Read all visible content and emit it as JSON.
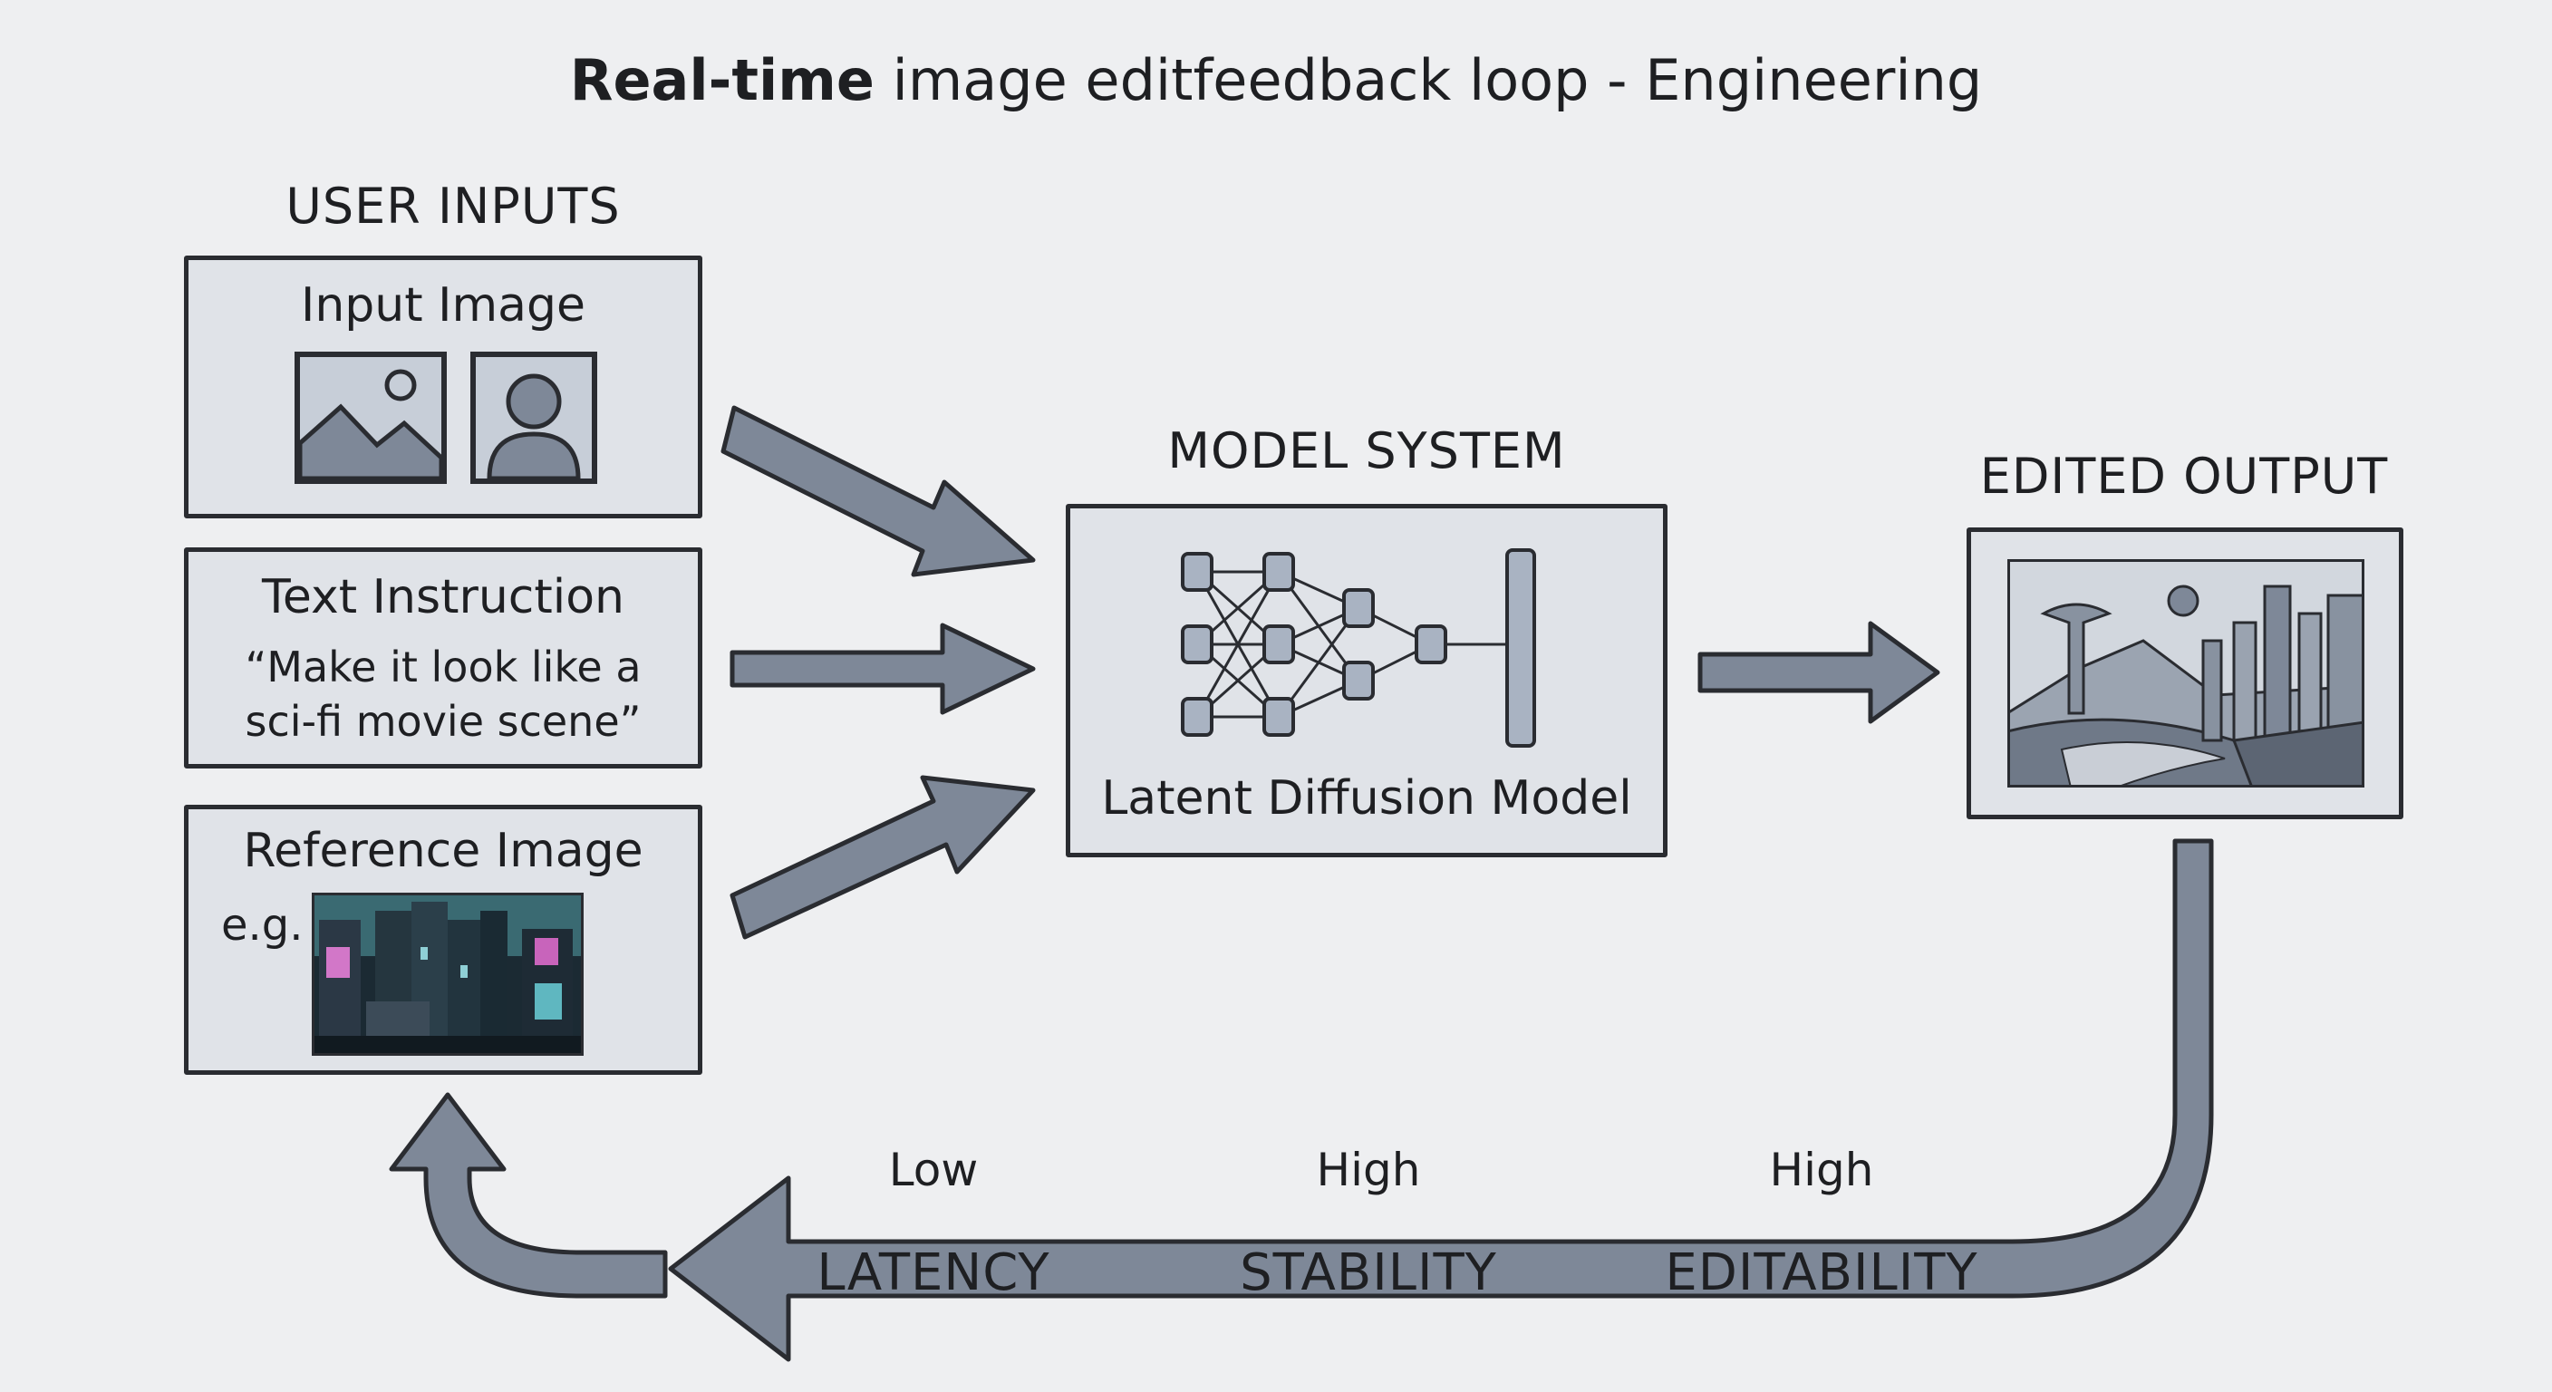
{
  "title": {
    "bold": "Real-time",
    "rest": " image editfeedback loop - Engineering"
  },
  "user_inputs": {
    "heading": "USER INPUTS",
    "input_image": {
      "label": "Input Image",
      "icons": [
        "landscape-photo-icon",
        "person-portrait-icon"
      ]
    },
    "text_instruction": {
      "label": "Text Instruction",
      "quote_line1": "“Make it look like a",
      "quote_line2": "sci-fi movie scene”"
    },
    "reference_image": {
      "label": "Reference Image",
      "eg": "e.g.",
      "thumbnail": "cyberpunk-city-thumbnail"
    }
  },
  "model_system": {
    "heading": "MODEL SYSTEM",
    "label": "Latent Diffusion Model",
    "icon": "neural-network-icon"
  },
  "edited_output": {
    "heading": "EDITED OUTPUT",
    "thumbnail": "sci-fi-landscape-thumbnail"
  },
  "feedback": {
    "metrics": [
      {
        "value": "Low",
        "name": "LATENCY"
      },
      {
        "value": "High",
        "name": "STABILITY"
      },
      {
        "value": "High",
        "name": "EDITABILITY"
      }
    ]
  },
  "colors": {
    "background": "#eeeff1",
    "box_fill": "#e0e3e8",
    "arrow_fill": "#7e8898",
    "outline": "#2a2c31"
  }
}
